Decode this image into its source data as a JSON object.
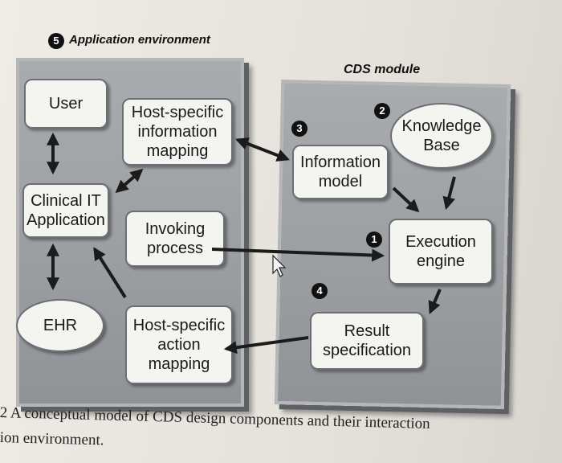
{
  "app_env": {
    "badge": "5",
    "title": "Application environment"
  },
  "cds": {
    "title": "CDS module"
  },
  "left": {
    "user": "User",
    "mapping_info": "Host-specific\ninformation\nmapping",
    "clinical": "Clinical IT\nApplication",
    "invoking": "Invoking\nprocess",
    "ehr": "EHR",
    "action": "Host-specific\naction\nmapping"
  },
  "right": {
    "knowledge_badge": "2",
    "knowledge": "Knowledge\nBase",
    "info_badge": "3",
    "info_model": "Information\nmodel",
    "exec_badge": "1",
    "exec": "Execution\nengine",
    "result_badge": "4",
    "result": "Result\nspecification"
  },
  "caption": {
    "line1": "2   A conceptual model of CDS design components and their interaction",
    "line2": "ion environment."
  },
  "colors": {
    "arrow": "#1b1b1b",
    "panel": "#9b9ea1",
    "box": "#f4f4f1"
  }
}
